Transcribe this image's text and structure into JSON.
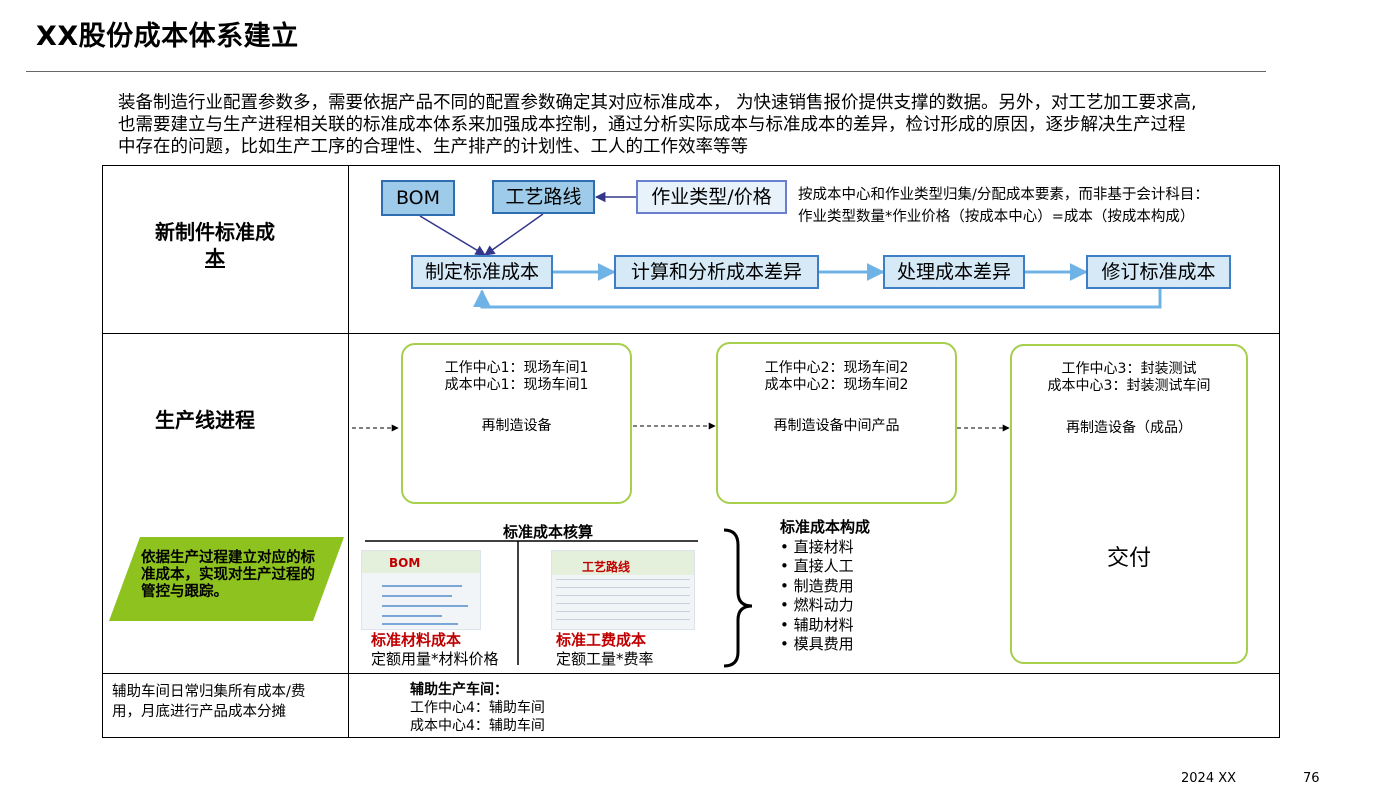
{
  "header": {
    "title": "XX股份成本体系建立"
  },
  "intro": {
    "lines": [
      "装备制造行业配置参数多，需要依据产品不同的配置参数确定其对应标准成本， 为快速销售报价提供支撑的数据。另外，对工艺加工要求高,",
      "也需要建立与生产进程相关联的标准成本体系来加强成本控制，通过分析实际成本与标准成本的差异，检讨形成的原因，逐步解决生产过程",
      "中存在的问题，比如生产工序的合理性、生产排产的计划性、工人的工作效率等等"
    ]
  },
  "row1": {
    "label_line1": "新制件标准成",
    "label_line2": "本",
    "bom": "BOM",
    "routing": "工艺路线",
    "activity": "作业类型/价格",
    "note_line1": "按成本中心和作业类型归集/分配成本要素，而非基于会计科目：",
    "note_line2": "作业类型数量*作业价格（按成本中心）=成本（按成本构成）",
    "steps": [
      "制定标准成本",
      "计算和分析成本差异",
      "处理成本差异",
      "修订标准成本"
    ]
  },
  "row2": {
    "label": "生产线进程",
    "wc1": {
      "line1": "工作中心1：现场车间1",
      "line2": "成本中心1：现场车间1",
      "item": "再制造设备"
    },
    "wc2": {
      "line1": "工作中心2：现场车间2",
      "line2": "成本中心2：现场车间2",
      "item": "再制造设备中间产品"
    },
    "wc3": {
      "line1": "工作中心3：封装测试",
      "line2": "成本中心3：封装测试车间",
      "item": "再制造设备（成品）",
      "delivery": "交付"
    },
    "banner": "依据生产过程建立对应的标准成本，实现对生产过程的管控与跟踪。",
    "calc_title": "标准成本核算",
    "thumb_bom": "BOM",
    "thumb_routing": "工艺路线",
    "material_title": "标准材料成本",
    "material_formula": "定额用量*材料价格",
    "labor_title": "标准工费成本",
    "labor_formula": "定额工量*费率",
    "composition_title": "标准成本构成",
    "composition_items": [
      "直接材料",
      "直接人工",
      "制造费用",
      "燃料动力",
      "辅助材料",
      "模具费用"
    ]
  },
  "row3": {
    "label_line1": "辅助车间日常归集所有成本/费",
    "label_line2": "用，月底进行产品成本分摊",
    "title": "辅助生产车间：",
    "line1": "工作中心4：辅助车间",
    "line2": "成本中心4：辅助车间"
  },
  "footer": {
    "date": "2024 XX",
    "page": "76"
  },
  "colors": {
    "blue_border": "#3d7ec4",
    "blue_fill": "#d5e9f7",
    "green_border": "#a5cf4c",
    "banner_green": "#8dc21f",
    "red_text": "#c00000"
  }
}
